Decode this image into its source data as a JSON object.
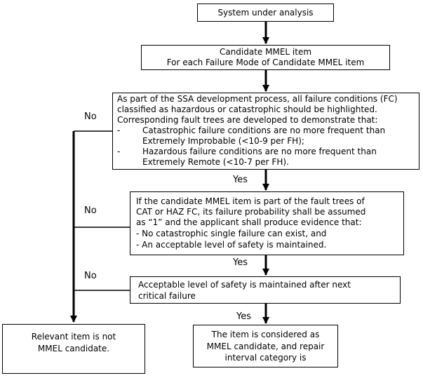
{
  "boxes": {
    "system": {
      "text": "System under analysis"
    },
    "candidate": {
      "line1": "Candidate MMEL item",
      "line2": "For each Failure Mode of Candidate MMEL item"
    },
    "ssa": {
      "line1": "As part of the SSA development process, all failure conditions (FC)",
      "line2": "classified as hazardous or catastrophic should be highlighted.",
      "line3": "Corresponding fault trees are developed to demonstrate that:",
      "bullet1_marker": "-",
      "bullet1_line1": "Catastrophic failure conditions are no more frequent than",
      "bullet1_line2": "Extremely Improbable (<10-9 per FH);",
      "bullet2_marker": "-",
      "bullet2_line1": "Hazardous failure conditions are no more frequent than",
      "bullet2_line2": "Extremely Remote (<10-7 per FH)."
    },
    "fault_tree": {
      "line1": "If the candidate MMEL item is part of the fault trees of",
      "line2": "CAT or HAZ FC, its failure probability shall be assumed",
      "line3": "as “1” and the applicant shall produce evidence that:",
      "line4": "- No catastrophic single failure can exist, and",
      "line5": "- An acceptable level of safety is maintained."
    },
    "next_failure": {
      "line1": "Acceptable level of safety is maintained after next",
      "line2": "critical failure"
    },
    "not_candidate": {
      "line1": "Relevant item is not",
      "line2": "MMEL candidate."
    },
    "is_candidate": {
      "line1": "The item is considered as",
      "line2": "MMEL candidate, and repair",
      "line3": "interval category is"
    }
  },
  "labels": {
    "no1": "No",
    "yes1": "Yes",
    "no2": "No",
    "yes2": "Yes",
    "no3": "No",
    "yes3": "Yes"
  }
}
